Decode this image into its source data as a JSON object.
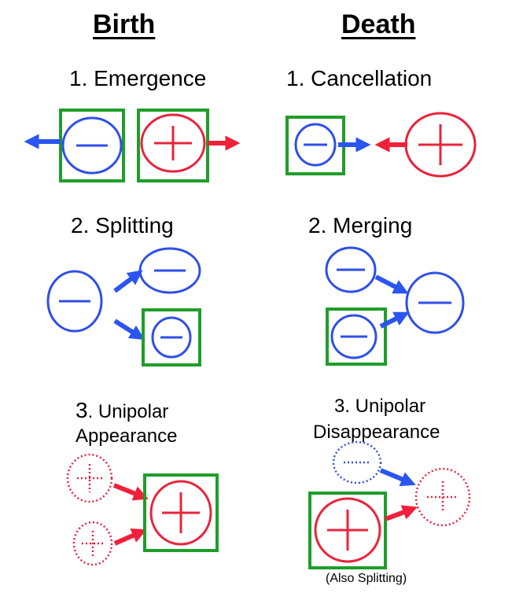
{
  "headings": {
    "birth": "Birth",
    "death": "Death"
  },
  "birth": {
    "emergence": "1. Emergence",
    "splitting": "2. Splitting",
    "unipolar_num": "3",
    "unipolar_line1": ". Unipolar",
    "unipolar_line2": "Appearance"
  },
  "death": {
    "cancellation": "1. Cancellation",
    "merging": "2. Merging",
    "unipolar_line1": "3. Unipolar",
    "unipolar_line2": "Disappearance",
    "note": "(Also Splitting)"
  },
  "colors": {
    "negative": "#2f4fe8",
    "positive": "#e8243c",
    "box": "#1e9e2a",
    "arrow_negative": "#2b55f0",
    "arrow_positive": "#f0203a"
  }
}
